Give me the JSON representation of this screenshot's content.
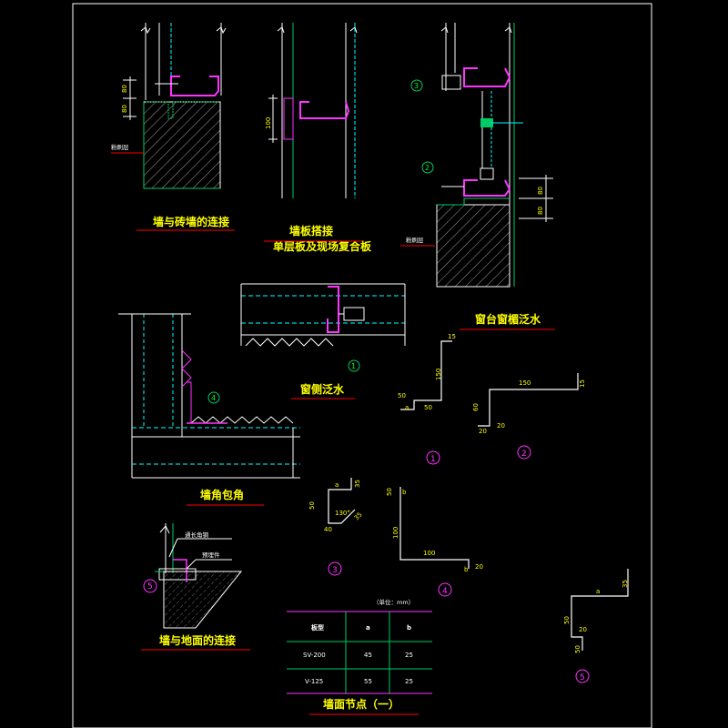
{
  "colors": {
    "background": "#000000",
    "panel": "#ff00ff",
    "wall": "#ffffff",
    "dash": "#00ffff",
    "green": "#00cc66",
    "red_leader": "#ff0000",
    "title": "#ffff00"
  },
  "titles": {
    "brick_wall": "墙与砖墙的连接",
    "panel_lap": "墙板搭接",
    "panel_lap_sub": "单层板及现场复合板",
    "sill": "窗台窗楣泛水",
    "side_flash": "窗侧泛水",
    "corner": "墙角包角",
    "ground": "墙与地面的连接",
    "sheet": "墙面节点（一）"
  },
  "labels": {
    "plaster_layer_1": "粉刷层",
    "plaster_layer_2": "粉刷层",
    "ground_note_1": "通长角钢",
    "ground_note_2": "预埋件"
  },
  "dimensions": {
    "brick_a": "80",
    "brick_b": "80",
    "lap": "100",
    "sill_a": "80",
    "sill_b": "80",
    "f1_top": "15",
    "f1_h": "150",
    "f1_a": "50",
    "f1_b": "50",
    "f2_w": "150",
    "f2_h": "15",
    "f2_a": "60",
    "f2_b": "20",
    "f2_c": "20",
    "f3_a": "35",
    "f3_b": "50",
    "f3_c": "40",
    "f3_angle": "130°",
    "f3_d": "35",
    "f4_a": "50",
    "f4_h": "100",
    "f4_w": "100",
    "f4_b": "20",
    "f5_a": "35",
    "f5_b": "50",
    "f5_c": "20",
    "f5_d": "50"
  },
  "symbols": {
    "a": "a",
    "b": "b"
  },
  "callouts": {
    "c1": "1",
    "c2": "2",
    "c3": "3",
    "c4": "4",
    "c5": "5"
  },
  "table": {
    "unit": "（单位：mm）",
    "headers": [
      "板型",
      "a",
      "b"
    ],
    "rows": [
      [
        "SV-200",
        "45",
        "25"
      ],
      [
        "V-125",
        "55",
        "25"
      ]
    ]
  }
}
